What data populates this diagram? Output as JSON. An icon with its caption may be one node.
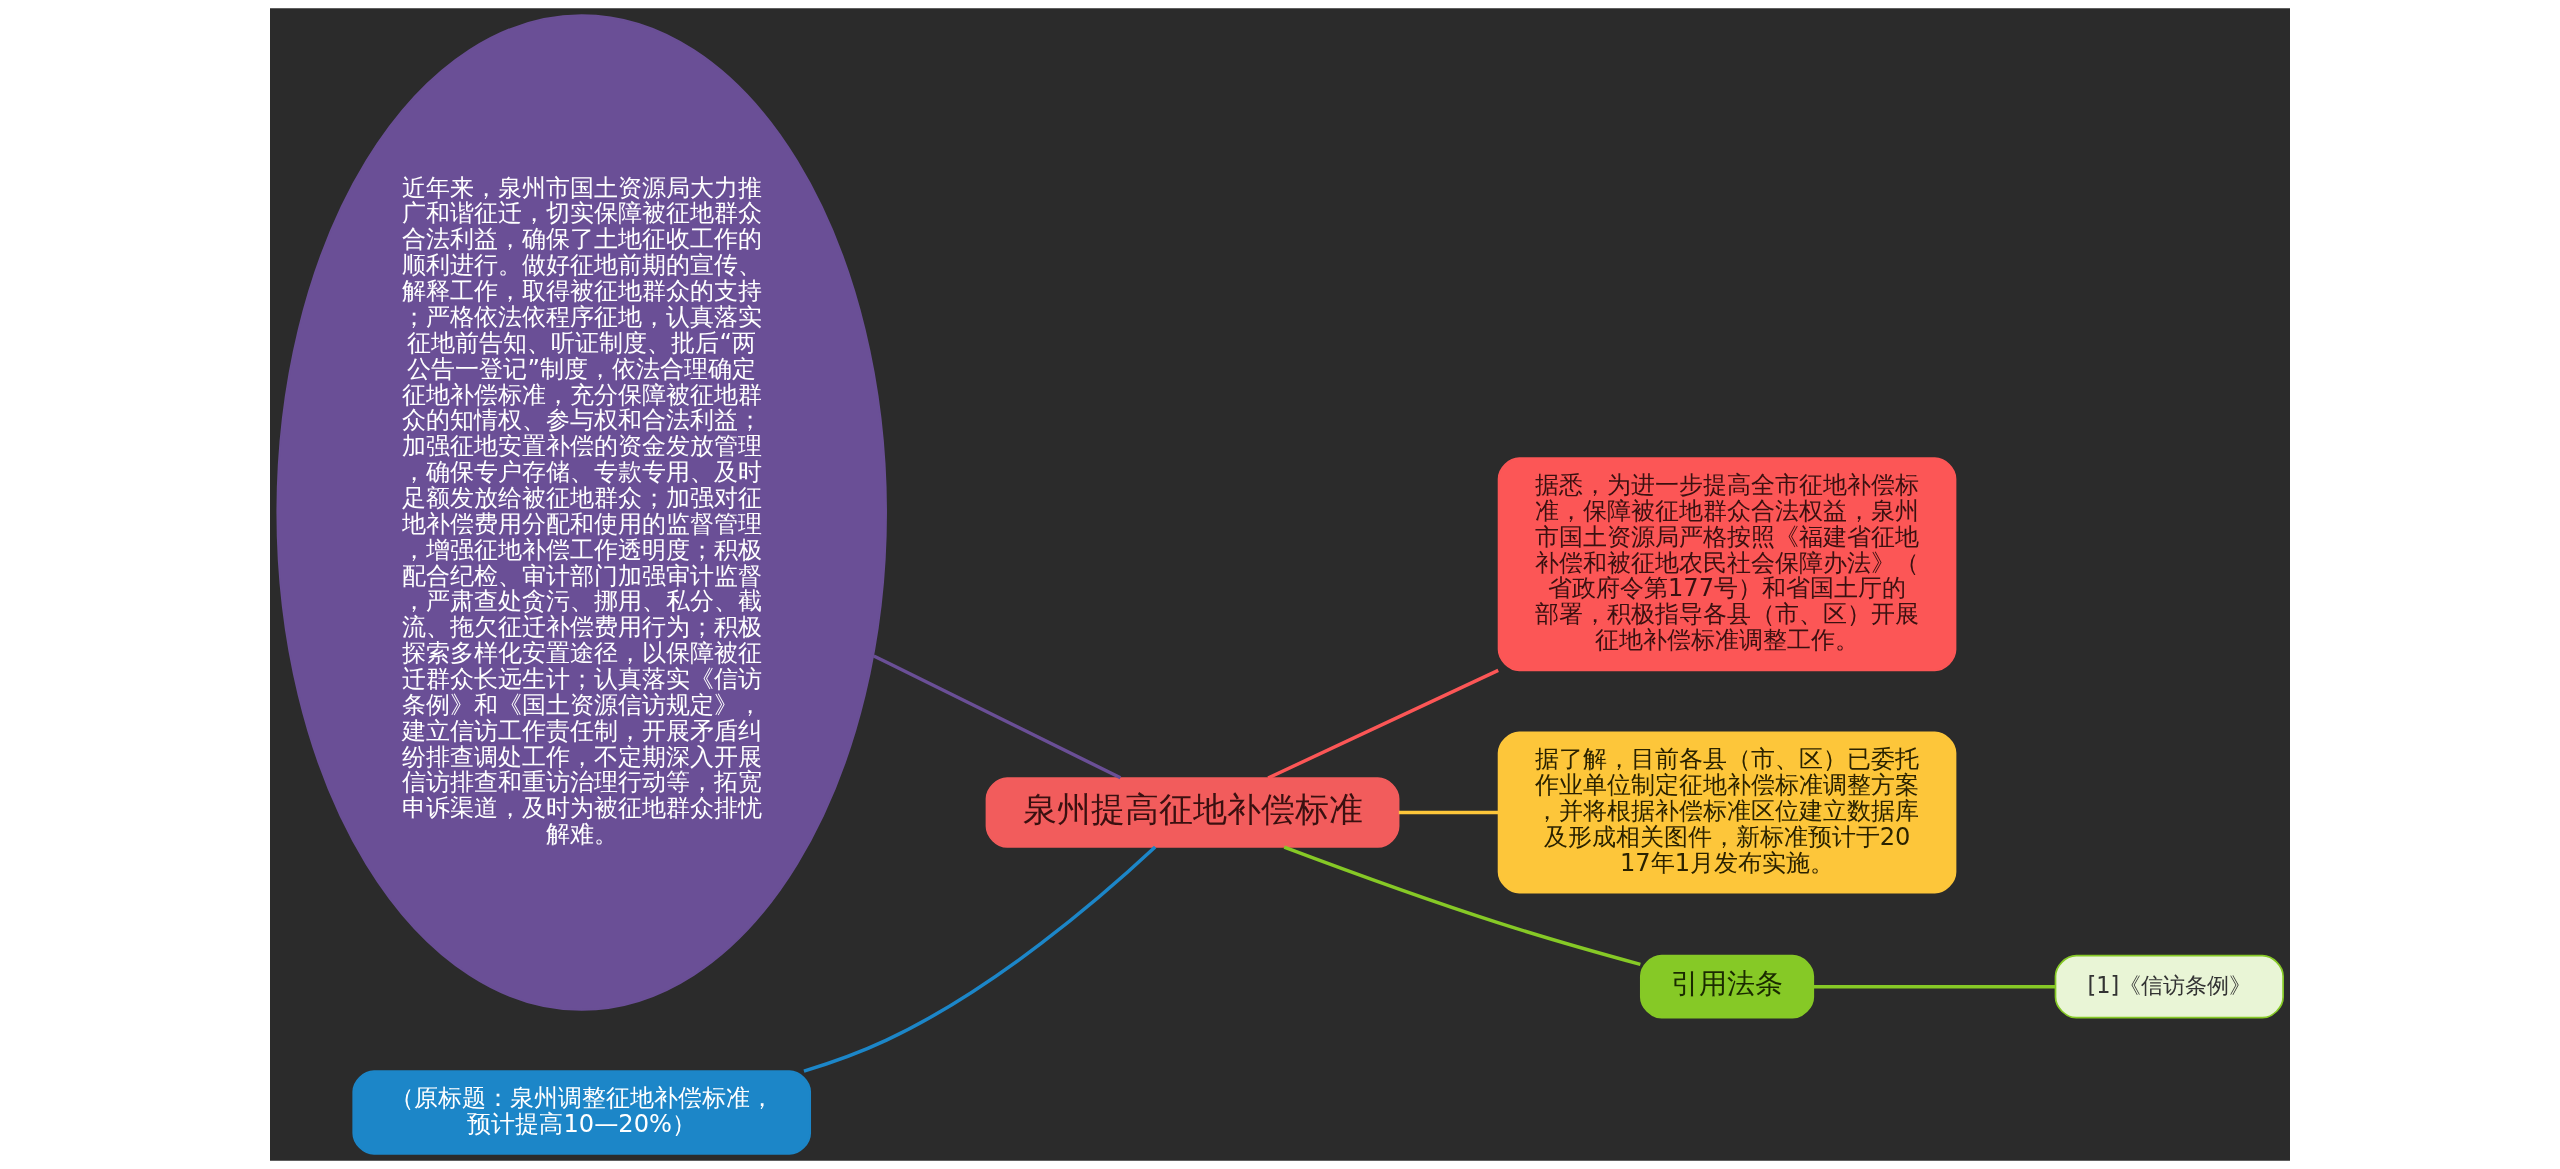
{
  "diagram": {
    "nodes": [
      {
        "text": [
          "泉州提高征地补偿标准"
        ]
      },
      {
        "text": [
          "近年来，泉州市国土资源局大力推广和谐征迁，切实保障被征地群众合法利益，确保了土地征收工作的顺利进行。做好征地前期的宣传、解释工作，取得被征地群众的支持；严格依法依程序征地，认真落实征地前告知、听证制度、批后“两公告一登记”制度，依法合理确定征地补偿标准，充分保障被征地群众的知情权、参与权和合法利益；加强征地安置补偿的资金发放管理，确保专户存储、专款专用、及时足额发放给被征地群众；加强对征地补偿费用分配和使用的监督管理，增强征地补偿工作透明度；积极配合纪检、审计部门加强审计监督，严肃查处贪污、挪用、私分、截流、拖欠征迁补偿费用行为；积极探索多样化安置途径，以保障被征迁群众长远生计；认真落实《信访条例》和《国土资源信访规定》，建立信访工作责任制，开展矛盾纠纷排查调处工作，不定期深入开展信访排查和重访治理行动等，拓宽申诉渠道，及时为被征地群众排忧解难。"
        ]
      },
      {
        "text": [
          "（原标题：泉州调整征地补偿标准，预计提高10—20%）"
        ]
      },
      {
        "text": [
          "据悉，为进一步提高全市征地补偿标准，保障被征地群众合法权益，泉州市国土资源局严格按照《福建省征地补偿和被征地农民社会保障办法》（省政府令第177号）和省国土厅的部署，积极指导各县（市、区）开展征地补偿标准调整工作。"
        ]
      },
      {
        "text": [
          "据了解，目前各县（市、区）已委托作业单位制定征地补偿标准调整方案，并将根据补偿标准区位建立数据库及形成相关图件，新标准预计于2017年1月发布实施。"
        ]
      },
      {
        "text": [
          "引用法条"
        ]
      },
      {
        "text": [
          "[1]《信访条例》"
        ]
      }
    ],
    "edges": [
      {
        "from": 0,
        "to": 1,
        "arrow": "none",
        "color": "#6a4f96"
      },
      {
        "from": 0,
        "to": 2,
        "arrow": "none",
        "color": "#1c86c8"
      },
      {
        "from": 0,
        "to": 3,
        "arrow": "none",
        "color": "#fc5656"
      },
      {
        "from": 0,
        "to": 4,
        "arrow": "none",
        "color": "#fdc63a"
      },
      {
        "from": 0,
        "to": 5,
        "arrow": "none",
        "color": "#86c926"
      },
      {
        "from": 5,
        "to": 6,
        "arrow": "none",
        "color": "#86c926"
      }
    ]
  }
}
